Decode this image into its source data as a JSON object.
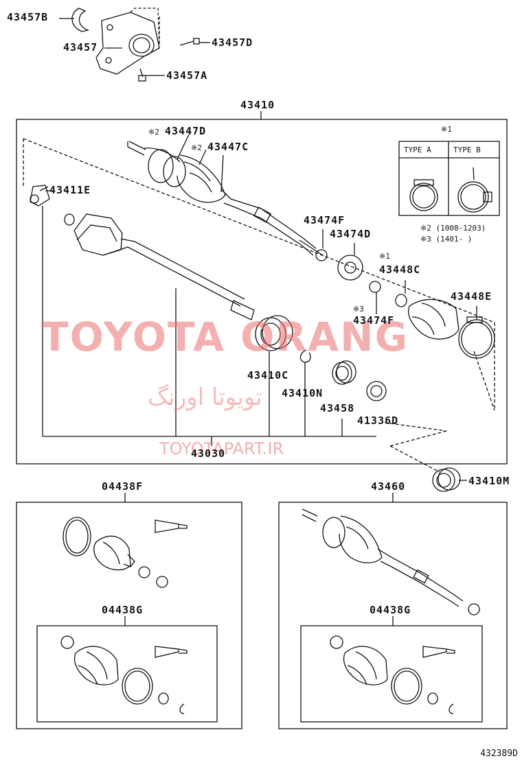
{
  "labels": {
    "p43457B": "43457B",
    "p43457": "43457",
    "p43457D": "43457D",
    "p43457A": "43457A",
    "p43410": "43410",
    "p43447D": "43447D",
    "p43447C": "43447C",
    "p43411E": "43411E",
    "p43474F": "43474F",
    "p43474D": "43474D",
    "p43448C": "43448C",
    "p43448E": "43448E",
    "p43474F_b": "43474F",
    "p43410C": "43410C",
    "p43410N": "43410N",
    "p43458": "43458",
    "p41336D": "41336D",
    "p43030": "43030",
    "p43410M": "43410M",
    "p04438F": "04438F",
    "p04438G_left": "04438G",
    "p43460": "43460",
    "p04438G_right": "04438G"
  },
  "marks": {
    "note2_mark": "※2",
    "note2b_mark": "※2",
    "note1_mark": "※1",
    "note1b_mark": "※1",
    "note3_mark": "※3"
  },
  "type_box": {
    "type_a": "TYPE A",
    "type_b": "TYPE B"
  },
  "notes": {
    "note2": "※2 (1008-1203)",
    "note3": "※3 (1401-    )"
  },
  "watermark": {
    "main": "TOYOTA ORANG",
    "persian": "تویوتا اورنگ",
    "site": "TOYOTAPART.IR"
  },
  "diagram_code": "432389D"
}
